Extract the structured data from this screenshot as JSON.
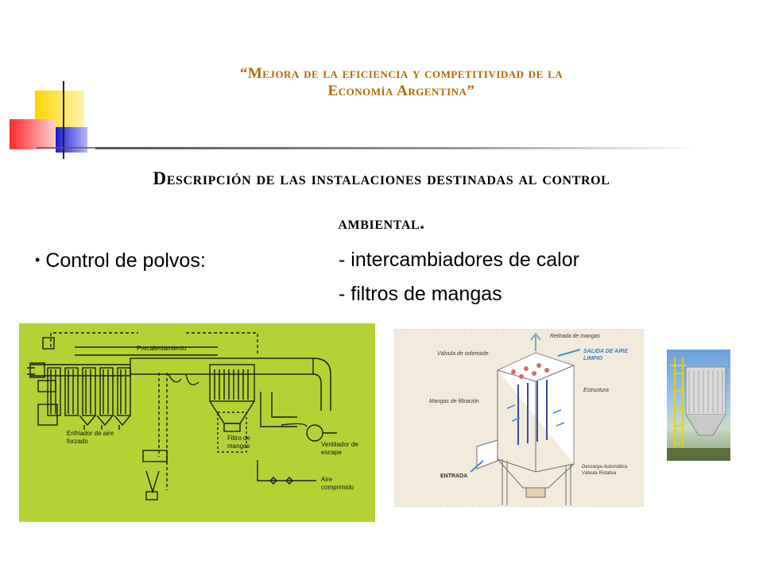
{
  "header": {
    "title_line1": "“Mejora de la eficiencia y competitividad de la",
    "title_line2": "Economía Argentina”"
  },
  "section": {
    "title_line1": "Descripción de las instalaciones destinadas al control",
    "title_line2": "ambiental."
  },
  "content": {
    "bullet_symbol": "•",
    "bullet_label": "Control de polvos:",
    "items": [
      "- intercambiadores de calor",
      "- filtros de mangas"
    ]
  },
  "diagram_process": {
    "labels": {
      "precalentamiento": "Precalentamiento",
      "enfriador": "Enfriador de aire forzado",
      "filtro": "Filtro de mangas",
      "ventilador": "Ventilador de escape",
      "aire": "Aire comprimido"
    }
  },
  "diagram_filter": {
    "labels": {
      "retirada": "Retirada de mangas",
      "valvula": "Válvula de solenoide",
      "salida": "SALIDA DE AIRE LIMPIO",
      "estructura": "Estructura",
      "mangas": "Mangas de filtración",
      "entrada": "ENTRADA",
      "descarga": "Descarga Automática Válvula Rotativa"
    }
  },
  "colors": {
    "title_orange": "#b36a00",
    "green_panel": "#b3d335",
    "block_yellow": "#ffd700",
    "block_red": "#ff3c3c",
    "block_blue": "#2a2ad6"
  }
}
